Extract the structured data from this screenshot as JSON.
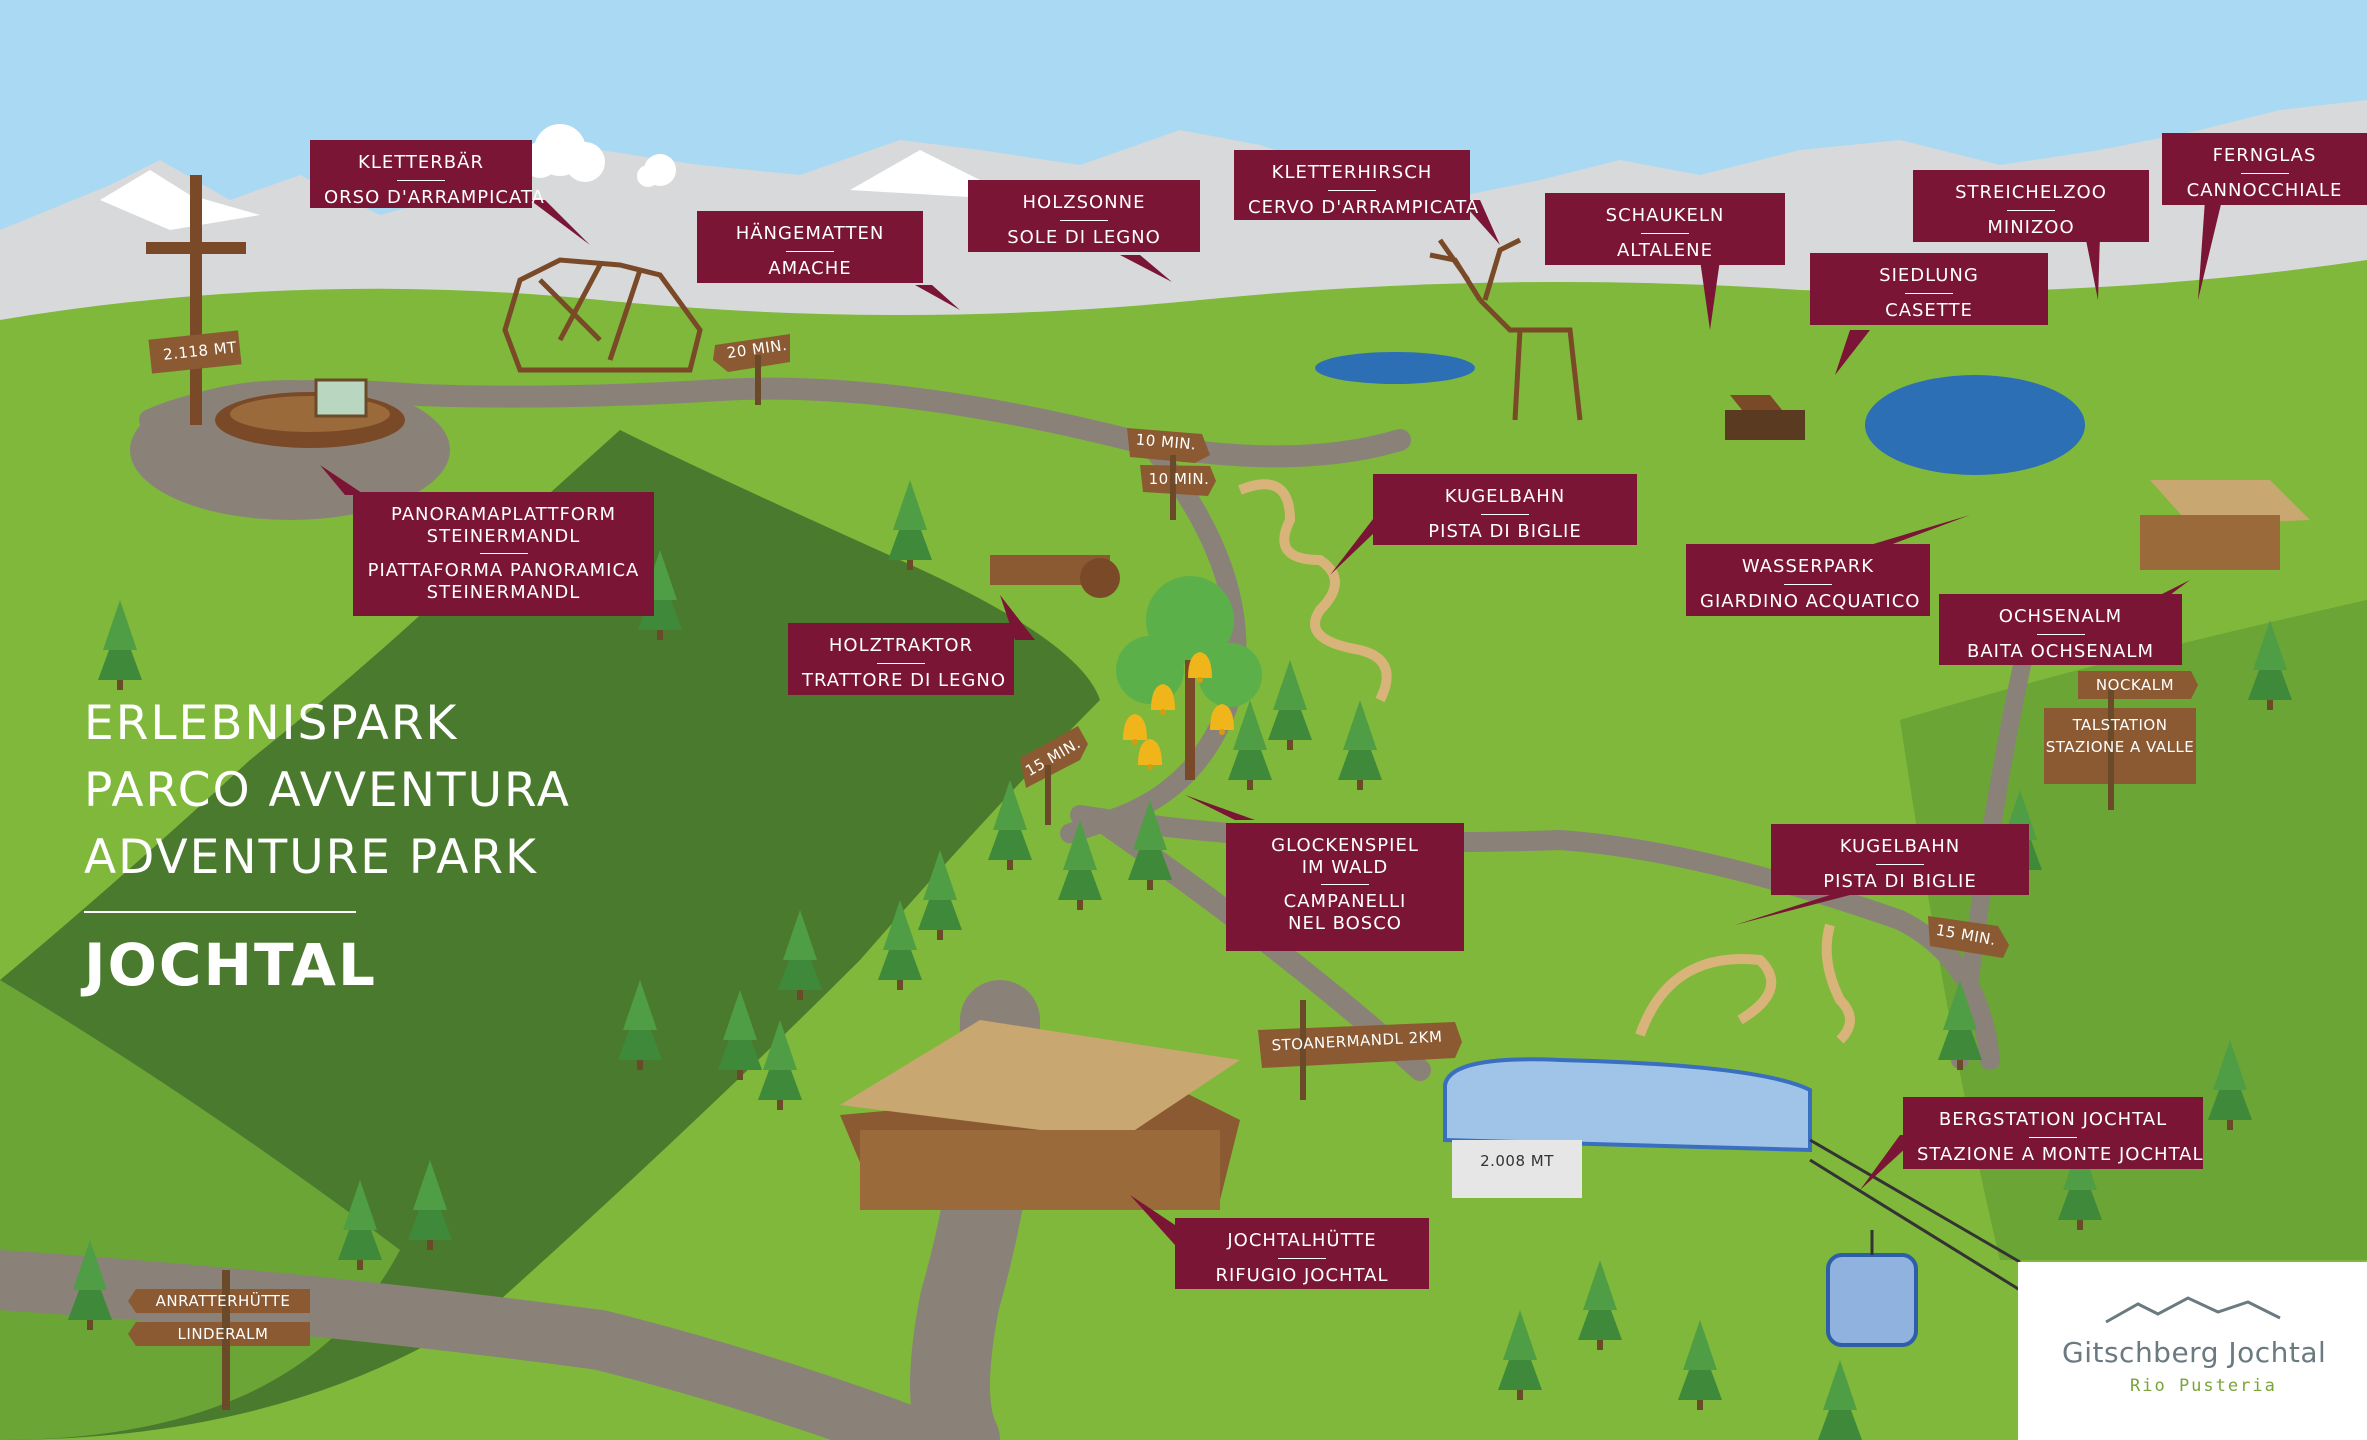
{
  "title": {
    "line1": "ERLEBNISPARK",
    "line2": "PARCO AVVENTURA",
    "line3": "ADVENTURE PARK",
    "main": "JOCHTAL"
  },
  "colors": {
    "sky": "#a9d9f3",
    "label": "#7a1535",
    "grass_light": "#7fb83a",
    "grass_dark": "#4a7a2e",
    "path": "#8a8278",
    "wood": "#8b5a32",
    "water": "#2c6fb5"
  },
  "labels": {
    "kletterbaer": {
      "de": "KLETTERBÄR",
      "it": "ORSO D'ARRAMPICATA"
    },
    "haengematten": {
      "de": "HÄNGEMATTEN",
      "it": "AMACHE"
    },
    "holzsonne": {
      "de": "HOLZSONNE",
      "it": "SOLE DI LEGNO"
    },
    "kletterhirsch": {
      "de": "KLETTERHIRSCH",
      "it": "CERVO D'ARRAMPICATA"
    },
    "schaukeln": {
      "de": "SCHAUKELN",
      "it": "ALTALENE"
    },
    "siedlung": {
      "de": "SIEDLUNG",
      "it": "CASETTE"
    },
    "streichelzoo": {
      "de": "STREICHELZOO",
      "it": "MINIZOO"
    },
    "fernglas": {
      "de": "FERNGLAS",
      "it": "CANNOCCHIALE"
    },
    "panorama": {
      "de1": "PANORAMAPLATTFORM",
      "de2": "STEINERMANDL",
      "it1": "PIATTAFORMA PANORAMICA",
      "it2": "STEINERMANDL"
    },
    "kugelbahn1": {
      "de": "KUGELBAHN",
      "it": "PISTA DI BIGLIE"
    },
    "wasserpark": {
      "de": "WASSERPARK",
      "it": "GIARDINO ACQUATICO"
    },
    "ochsenalm": {
      "de": "OCHSENALM",
      "it": "BAITA OCHSENALM"
    },
    "holztraktor": {
      "de": "HOLZTRAKTOR",
      "it": "TRATTORE DI LEGNO"
    },
    "glockenspiel": {
      "de1": "GLOCKENSPIEL",
      "de2": "IM WALD",
      "it1": "CAMPANELLI",
      "it2": "NEL BOSCO"
    },
    "kugelbahn2": {
      "de": "KUGELBAHN",
      "it": "PISTA DI BIGLIE"
    },
    "bergstation": {
      "de": "BERGSTATION JOCHTAL",
      "it": "STAZIONE A MONTE JOCHTAL"
    },
    "jochtalhuette": {
      "de": "JOCHTALHÜTTE",
      "it": "RIFUGIO JOCHTAL"
    }
  },
  "signs": {
    "altitude_cross": "2.118 MT",
    "altitude_station": "2.008 MT",
    "min20": "20 MIN.",
    "min10a": "10 MIN.",
    "min10b": "10 MIN.",
    "min15a": "15 MIN.",
    "min15b": "15 MIN.",
    "nockalm": "NOCKALM",
    "talstation_de": "TALSTATION",
    "talstation_it": "STAZIONE A VALLE",
    "stoanermandl": "STOANERMANDL 2KM",
    "anratterhuette": "ANRATTERHÜTTE",
    "linderalm": "LINDERALM"
  },
  "logo": {
    "name": "Gitschberg Jochtal",
    "sub": "Rio Pusteria"
  },
  "icons": {
    "cross": "summit-cross-icon",
    "tree": "fir-tree-icon",
    "bell": "bell-icon",
    "gondola": "gondola-icon"
  }
}
